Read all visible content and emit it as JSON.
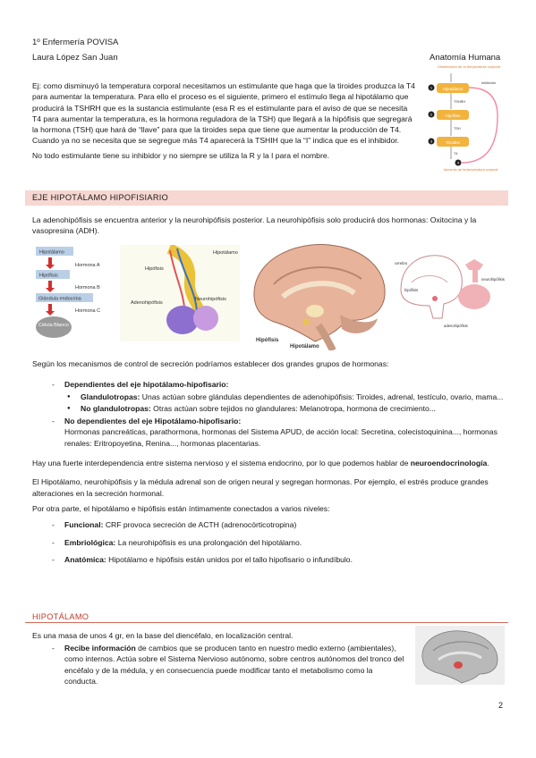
{
  "header": {
    "course": "1º Enfermería POVISA",
    "author": "Laura López San Juan",
    "side_title": "Anatomía Humana"
  },
  "intro": {
    "p1": "Ej: como disminuyó la temperatura corporal necesitamos un estimulante que haga que la tiroides produzca la T4 para aumentar la temperatura. Para ello el proceso es el siguiente, primero el estímulo llega al hipotálamo que producirá la TSHRH que es la sustancia estimulante (esa R es el estimulante para el aviso de que se necesita T4 para aumentar la temperatura, es la hormona reguladora de la TSH) que llegará a la hipófisis que segregará la hormona (TSH) que hará de “llave” para que la tiroides sepa que tiene que aumentar la producción de T4. Cuando ya no se necesita que se segregue más T4 aparecerá la TSHIH que la “I” indica que es el inhibidor.",
    "p2": "No todo estimulante tiene su inhibidor y no siempre se utiliza la R y la I para el nombre."
  },
  "thermo_diagram": {
    "top_label": "Disminución de la temperatura corporal",
    "steps": [
      "Hipotálamo",
      "Hipófisis",
      "Tiroides"
    ],
    "arrows": [
      "TSHRH",
      "TSH",
      "T4"
    ],
    "step_numbers": [
      "1",
      "2",
      "3",
      "4"
    ],
    "inhibition": "Inhibición",
    "bottom_label": "Aumento de la temperatura corporal",
    "accent_color": "#f2b33d"
  },
  "section1": {
    "title": "EJE HIPOTÁLAMO HIPOFISIARIO",
    "p1": "La adenohipófisis se encuentra anterior y la neurohipófisis posterior. La neurohipófisis solo producirá dos hormonas: Oxitocina y la vasopresina (ADH).",
    "flow": {
      "nodes": [
        "Hipotálamo",
        "Hipófisis",
        "Glándula endocrina",
        "Célula Blanco"
      ],
      "hormones": [
        "Hormona A",
        "Hormona B",
        "Hormona C"
      ]
    },
    "fig2_labels": [
      "Hipotálamo",
      "Hipófisis",
      "Adenohipófisis",
      "Neurohipófisis"
    ],
    "fig3_labels": [
      "Hipófisis",
      "Hipotálamo"
    ],
    "fig4_labels": [
      "cerebro",
      "hipófisis",
      "neurohipófisis",
      "adenohipófisis"
    ],
    "p2": "Según los mecanismos de control de secreción podríamos establecer dos grandes grupos de hormonas:",
    "dep_title": "Dependientes del eje hipotálamo-hipofisario:",
    "glandulo_title": "Glandulotropas:",
    "glandulo_text": " Unas actúan sobre glándulas dependientes de adenohipófisis: Tiroides, adrenal, testículo, ovario, mama...",
    "noglandulo_title": "No glandulotropas:",
    "noglandulo_text": " Otras actúan sobre tejidos no glandulares: Melanotropa, hormona de crecimiento...",
    "nodep_title": "No dependientes del eje Hipotálamo-hipofisario:",
    "nodep_text": "Hormonas pancreáticas, parathormona, hormonas del Sistema APUD, de acción local: Secretina, colecistoquinina..., hormonas renales: Eritropoyetina, Renina..., hormonas placentarias.",
    "p3_a": "Hay una fuerte interdependencia entre sistema nervioso y el sistema endocrino, por lo que podemos hablar de ",
    "p3_b": "neuroendocrinología",
    "p3_c": ".",
    "p4": "El Hipotálamo, neurohipófisis y la médula adrenal son de origen neural y segregan hormonas. Por ejemplo, el estrés produce grandes alteraciones en la secreción hormonal.",
    "p5": "Por otra parte, el hipotálamo e hipófisis están íntimamente conectados a varios niveles:",
    "levels": [
      {
        "title": "Funcional:",
        "text": " CRF provoca secreción de ACTH (adrenocórticotropina)"
      },
      {
        "title": "Embriológica:",
        "text": " La neurohipófisis es una prolongación del hipotálamo."
      },
      {
        "title": "Anatómica:",
        "text": " Hipotálamo e hipófisis están unidos por el tallo hipofisario o infundíbulo."
      }
    ]
  },
  "section2": {
    "title": "HIPOTÁLAMO",
    "p1": "Es una masa de unos 4 gr, en la base del diencéfalo, en localización central.",
    "item_title": "Recibe información",
    "item_text": " de cambios que se producen tanto en nuestro medio externo (ambientales), como internos. Actúa sobre el Sistema Nervioso autónomo, sobre centros autónomos del tronco del encéfalo y de la médula, y en consecuencia puede modificar tanto el metabolismo como la conducta."
  },
  "page_number": "2"
}
